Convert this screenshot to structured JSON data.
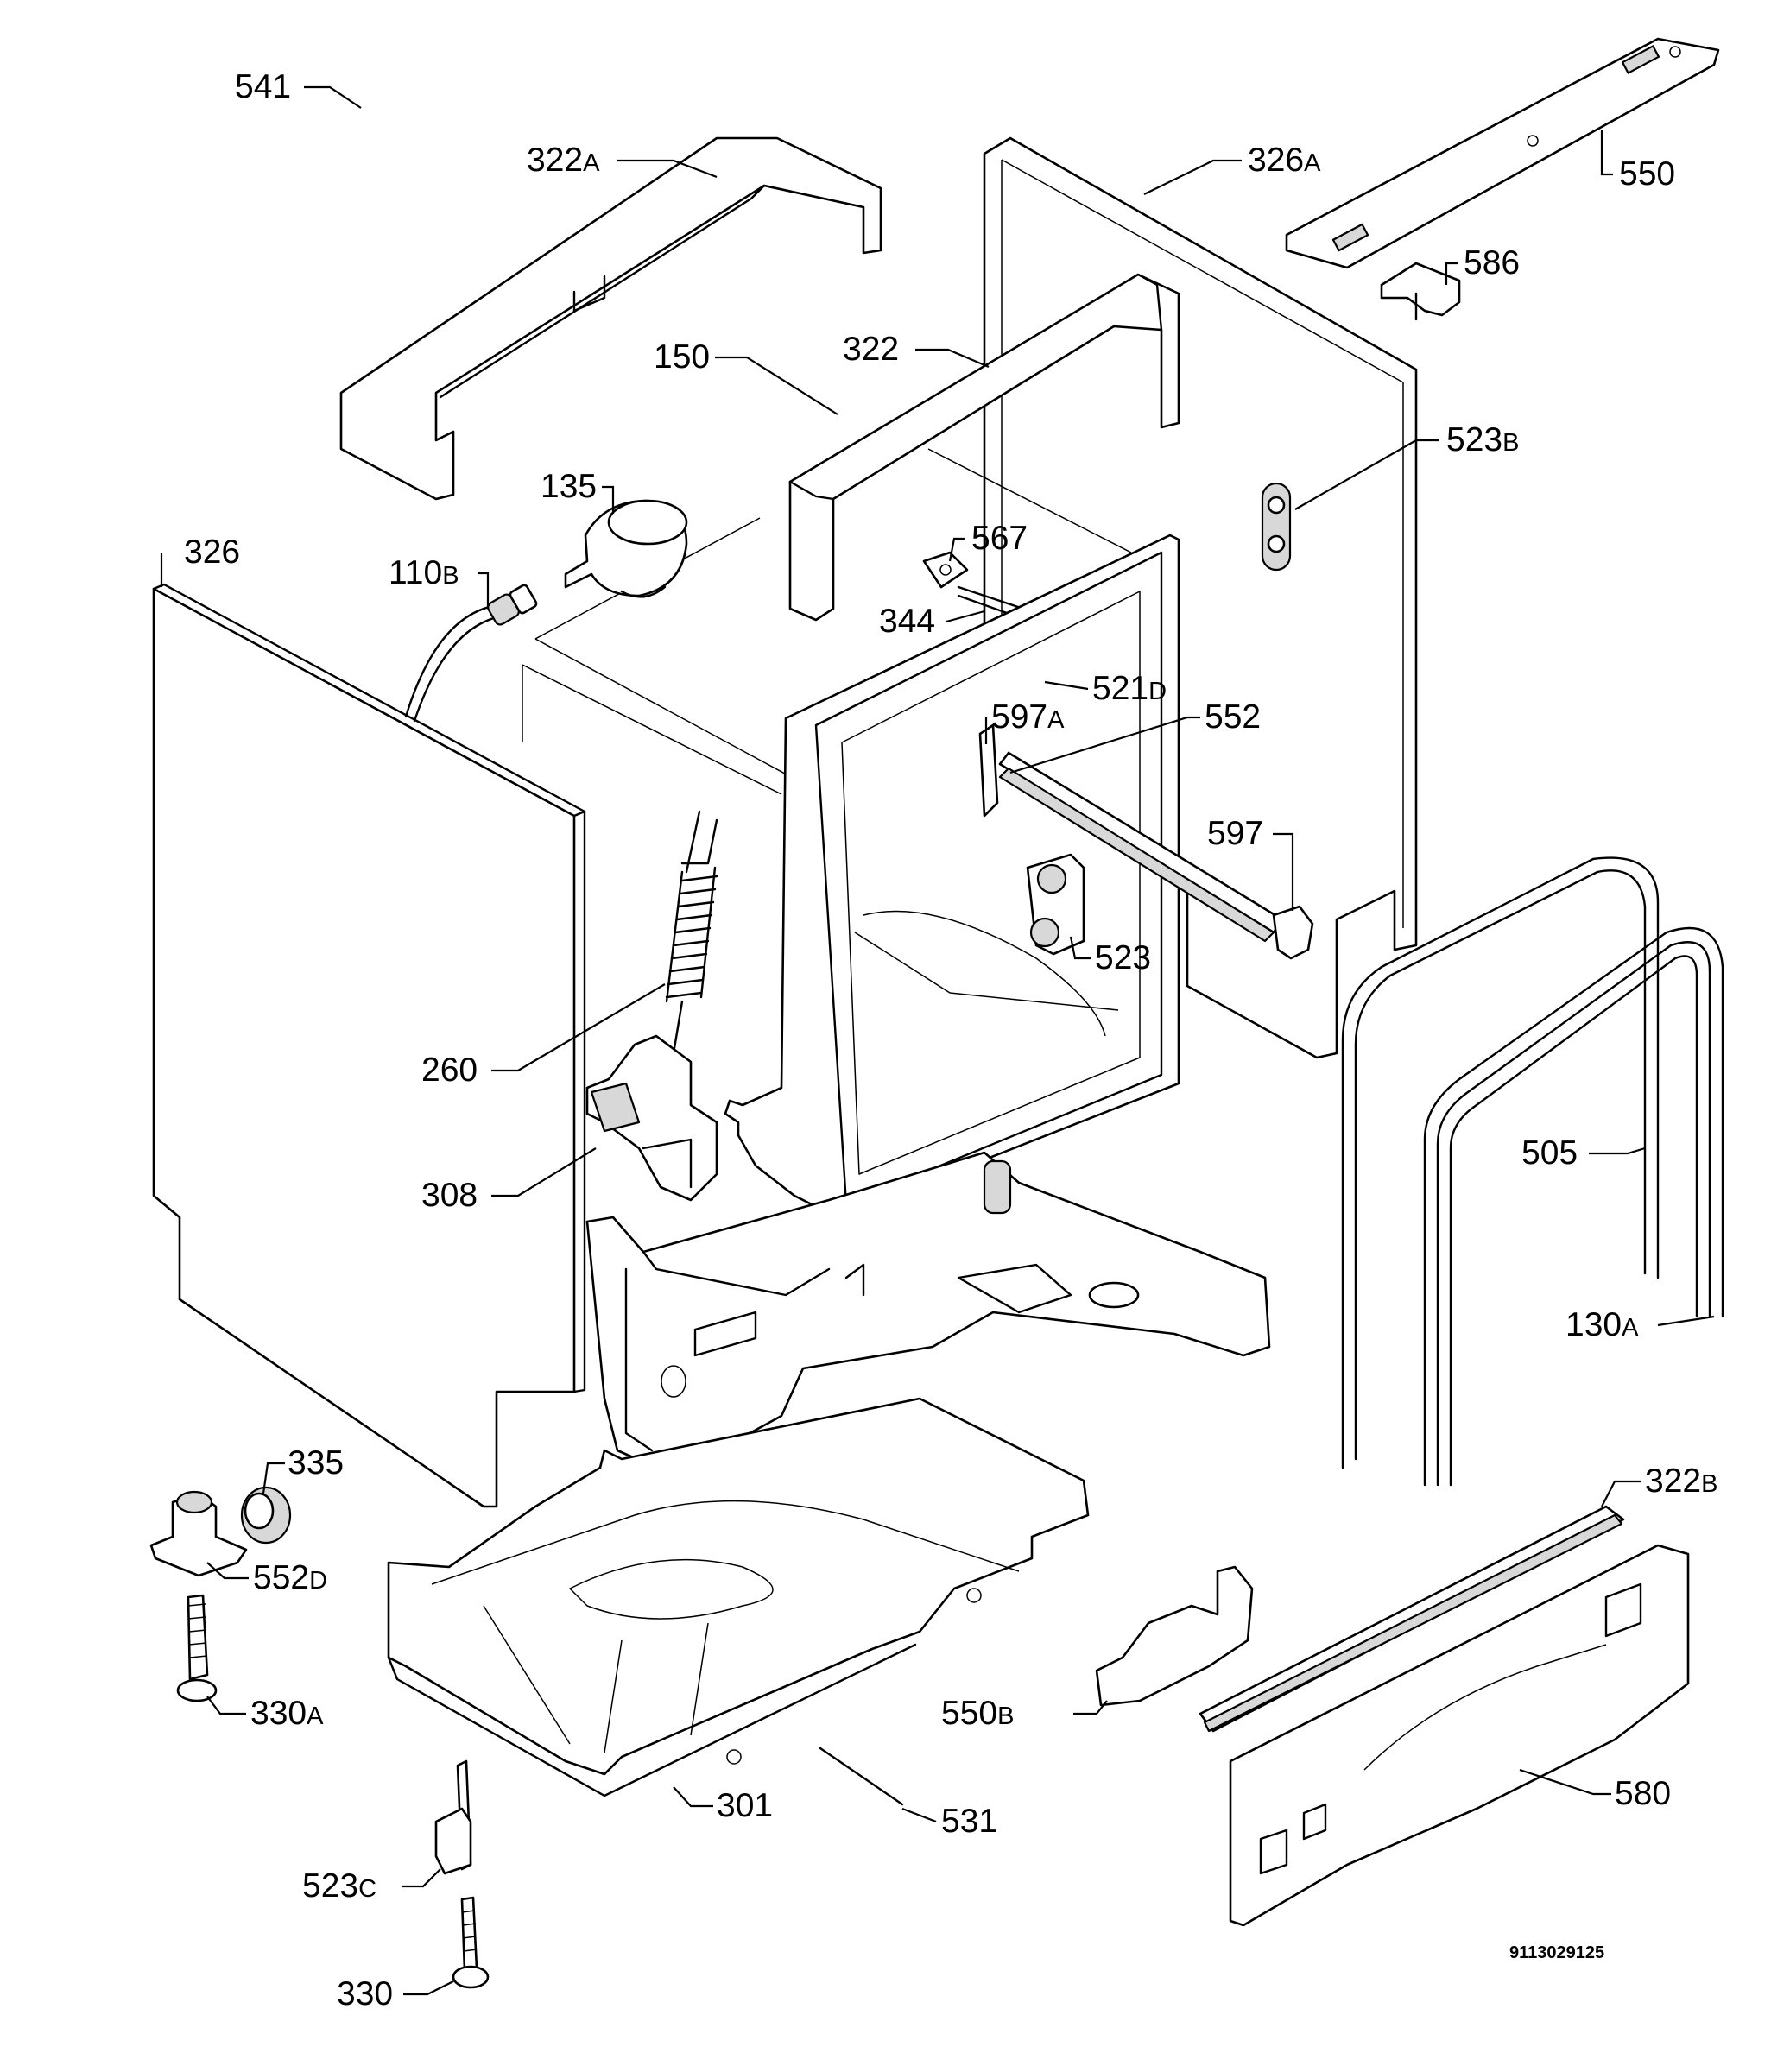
{
  "labels": {
    "l541": {
      "num": "541",
      "suf": ""
    },
    "l322a": {
      "num": "322",
      "suf": "A"
    },
    "l326a": {
      "num": "326",
      "suf": "A"
    },
    "l550": {
      "num": "550",
      "suf": ""
    },
    "l586": {
      "num": "586",
      "suf": ""
    },
    "l150": {
      "num": "150",
      "suf": ""
    },
    "l322": {
      "num": "322",
      "suf": ""
    },
    "l523b": {
      "num": "523",
      "suf": "B"
    },
    "l135": {
      "num": "135",
      "suf": ""
    },
    "l326": {
      "num": "326",
      "suf": ""
    },
    "l110b": {
      "num": "110",
      "suf": "B"
    },
    "l567": {
      "num": "567",
      "suf": ""
    },
    "l344": {
      "num": "344",
      "suf": ""
    },
    "l521d": {
      "num": "521",
      "suf": "D"
    },
    "l597a": {
      "num": "597",
      "suf": "A"
    },
    "l552": {
      "num": "552",
      "suf": ""
    },
    "l597": {
      "num": "597",
      "suf": ""
    },
    "l523": {
      "num": "523",
      "suf": ""
    },
    "l260": {
      "num": "260",
      "suf": ""
    },
    "l505": {
      "num": "505",
      "suf": ""
    },
    "l308": {
      "num": "308",
      "suf": ""
    },
    "l130a": {
      "num": "130",
      "suf": "A"
    },
    "l335": {
      "num": "335",
      "suf": ""
    },
    "l322b": {
      "num": "322",
      "suf": "B"
    },
    "l552d": {
      "num": "552",
      "suf": "D"
    },
    "l330a": {
      "num": "330",
      "suf": "A"
    },
    "l550b": {
      "num": "550",
      "suf": "B"
    },
    "l580": {
      "num": "580",
      "suf": ""
    },
    "l301": {
      "num": "301",
      "suf": ""
    },
    "l531": {
      "num": "531",
      "suf": ""
    },
    "l523c": {
      "num": "523",
      "suf": "C"
    },
    "l330": {
      "num": "330",
      "suf": ""
    }
  },
  "reference_code": "9113029125"
}
